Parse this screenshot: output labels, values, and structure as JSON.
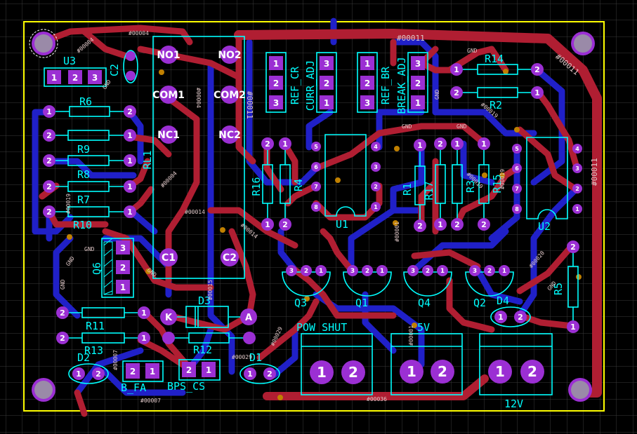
{
  "colors": {
    "background": "#000000",
    "grid": "#3a3a3a",
    "top_copper": "#b01e32",
    "bottom_copper": "#2020c8",
    "silkscreen": "#00ffff",
    "pad": "#9b2fd3",
    "board_outline": "#ffff00",
    "via": "#c08000"
  },
  "nets": {
    "n4": "#00004",
    "n11": "#00011",
    "n14": "#00014",
    "n19": "#00019",
    "n20": "#00020",
    "n29": "#00029",
    "n36": "#00036",
    "n7": "#00007",
    "n1": "#00001",
    "n15": "#00015",
    "gnd": "GND"
  },
  "labels": {
    "u3": "U3",
    "c2": "C2",
    "r6": "R6",
    "r9": "R9",
    "r8": "R8",
    "r7": "R7",
    "r10": "R10",
    "q6": "Q6",
    "r11": "R11",
    "r13": "R13",
    "d2": "D2",
    "bfa": "B_FA",
    "bpscs": "BPS_CS",
    "d1": "D1",
    "r12": "R12",
    "d3": "D3",
    "rl1": "RL1",
    "no1": "NO1",
    "no2": "NO2",
    "com1": "COM1",
    "com2": "COM2",
    "nc1": "NC1",
    "nc2": "NC2",
    "c1": "C1",
    "c2b": "C2",
    "k": "K",
    "a": "A",
    "refcr": "REF_CR",
    "curradj": "CURR_ADJ",
    "refbr": "REF_BR",
    "breakadj": "BREAK_ADJ",
    "r16": "R16",
    "r4": "R4",
    "u1": "U1",
    "r1": "R1",
    "r17": "R17",
    "r3": "R3",
    "r15": "R15",
    "u2": "U2",
    "r14": "R14",
    "r2": "R2",
    "r5": "R5",
    "q3": "Q3",
    "q1": "Q1",
    "q4": "Q4",
    "q2": "Q2",
    "d4": "D4",
    "powshut": "POW_SHUT",
    "v5": "5V",
    "v12": "12V"
  },
  "pads": {
    "p1": "1",
    "p2": "2",
    "p3": "3",
    "p4": "4",
    "p5": "5",
    "p6": "6",
    "p7": "7",
    "p8": "8"
  }
}
